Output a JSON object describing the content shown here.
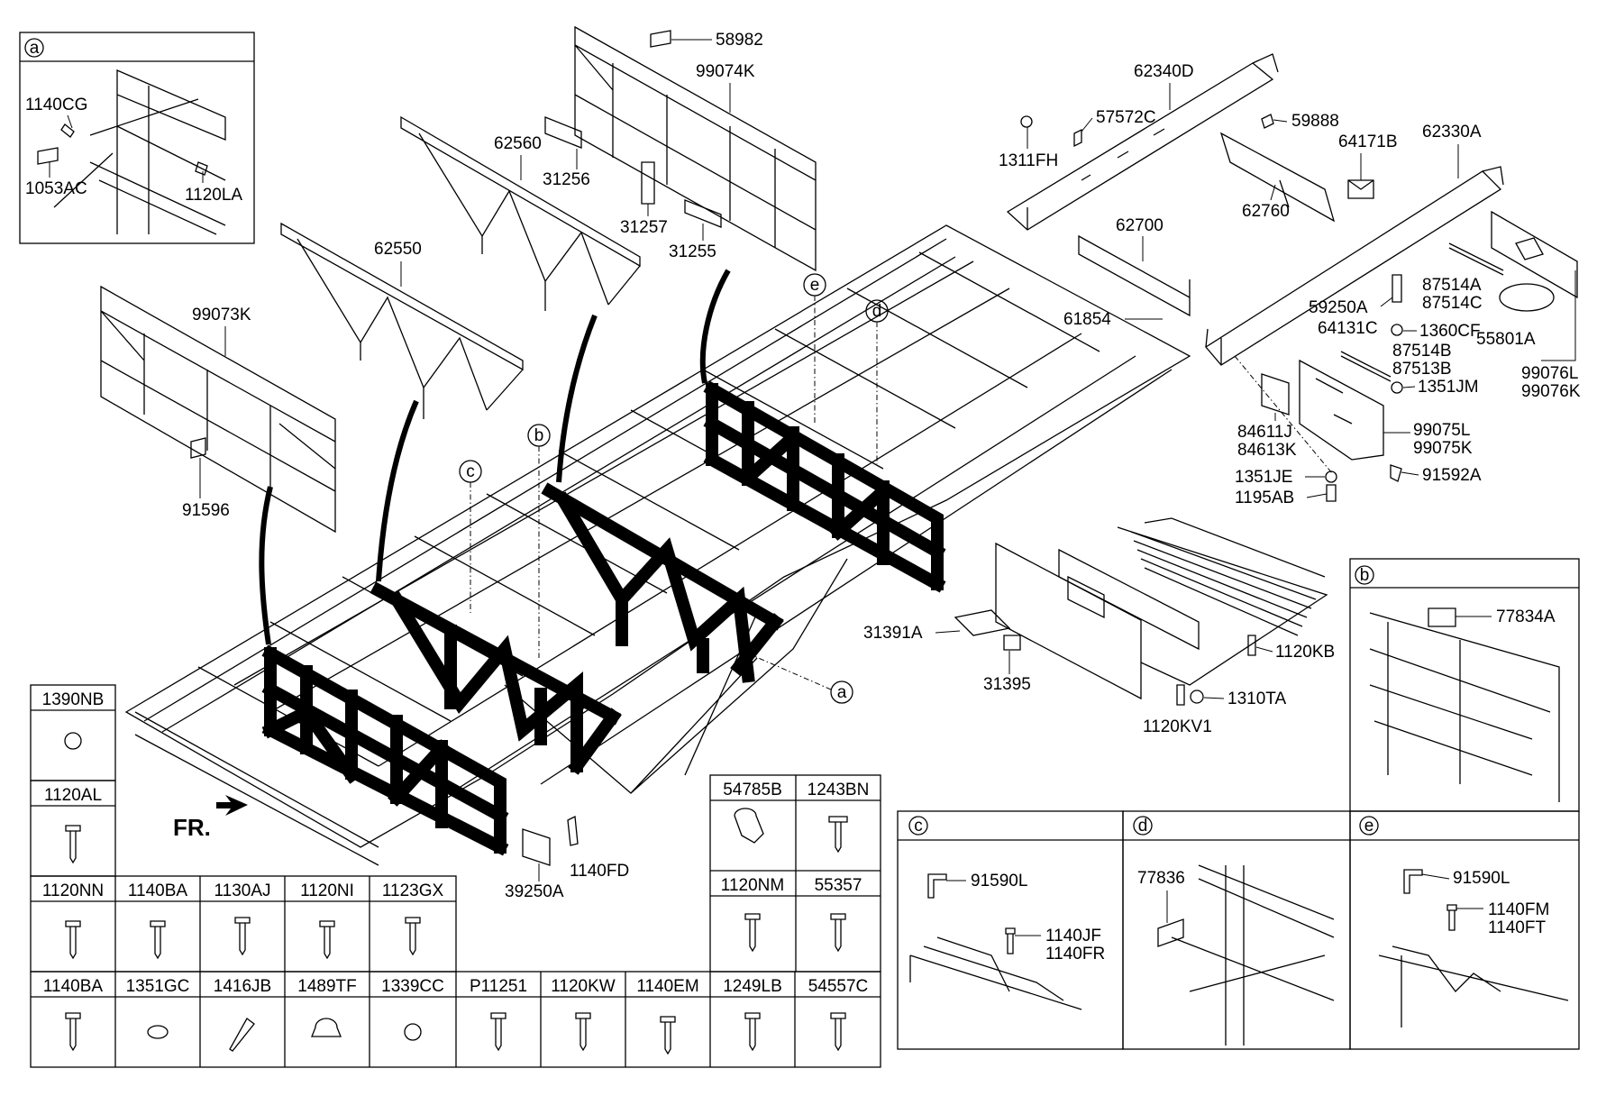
{
  "diagram": {
    "direction_label": "FR.",
    "callout_letters": [
      "a",
      "b",
      "c",
      "d",
      "e"
    ],
    "part_labels": {
      "p58982": "58982",
      "p99074k": "99074K",
      "p62560": "62560",
      "p31256": "31256",
      "p31257": "31257",
      "p31255": "31255",
      "p62550": "62550",
      "p99073k": "99073K",
      "p91596": "91596",
      "p62340d": "62340D",
      "p57572c": "57572C",
      "p1311fh": "1311FH",
      "p59888": "59888",
      "p64171b": "64171B",
      "p62330a": "62330A",
      "p62760": "62760",
      "p62700": "62700",
      "p61854": "61854",
      "p87514a": "87514A",
      "p87514c": "87514C",
      "p59250a": "59250A",
      "p64131c": "64131C",
      "p1360cf": "1360CF",
      "p55801a": "55801A",
      "p87514b": "87514B",
      "p87513b": "87513B",
      "p99076l": "99076L",
      "p99076k": "99076K",
      "p1351jm": "1351JM",
      "p84611j": "84611J",
      "p84613k": "84613K",
      "p99075l": "99075L",
      "p99075k": "99075K",
      "p1351je": "1351JE",
      "p91592a": "91592A",
      "p1195ab": "1195AB",
      "p31391a": "31391A",
      "p31395": "31395",
      "p1120kb": "1120KB",
      "p1310ta": "1310TA",
      "p1120kv1": "1120KV1",
      "p39250a": "39250A",
      "p1140fd": "1140FD"
    },
    "detail_a": {
      "letter": "a",
      "labels": [
        "1140CG",
        "1053AC",
        "1120LA"
      ]
    },
    "detail_b": {
      "letter": "b",
      "labels": [
        "77834A"
      ]
    },
    "detail_c": {
      "letter": "c",
      "labels": [
        "91590L",
        "1140JF",
        "1140FR"
      ]
    },
    "detail_d": {
      "letter": "d",
      "labels": [
        "77836"
      ]
    },
    "detail_e": {
      "letter": "e",
      "labels": [
        "91590L",
        "1140FM",
        "1140FT"
      ]
    },
    "fastener_table": {
      "left_column": [
        "1390NB",
        "1120AL"
      ],
      "row_upper": [
        "1120NN",
        "1140BA",
        "1130AJ",
        "1120NI",
        "1123GX"
      ],
      "row_bottom": [
        "1140BA",
        "1351GC",
        "1416JB",
        "1489TF",
        "1339CC",
        "P11251",
        "1120KW",
        "1140EM",
        "1249LB",
        "54557C"
      ],
      "right_block": [
        "54785B",
        "1243BN",
        "1120NM",
        "55357"
      ]
    }
  }
}
